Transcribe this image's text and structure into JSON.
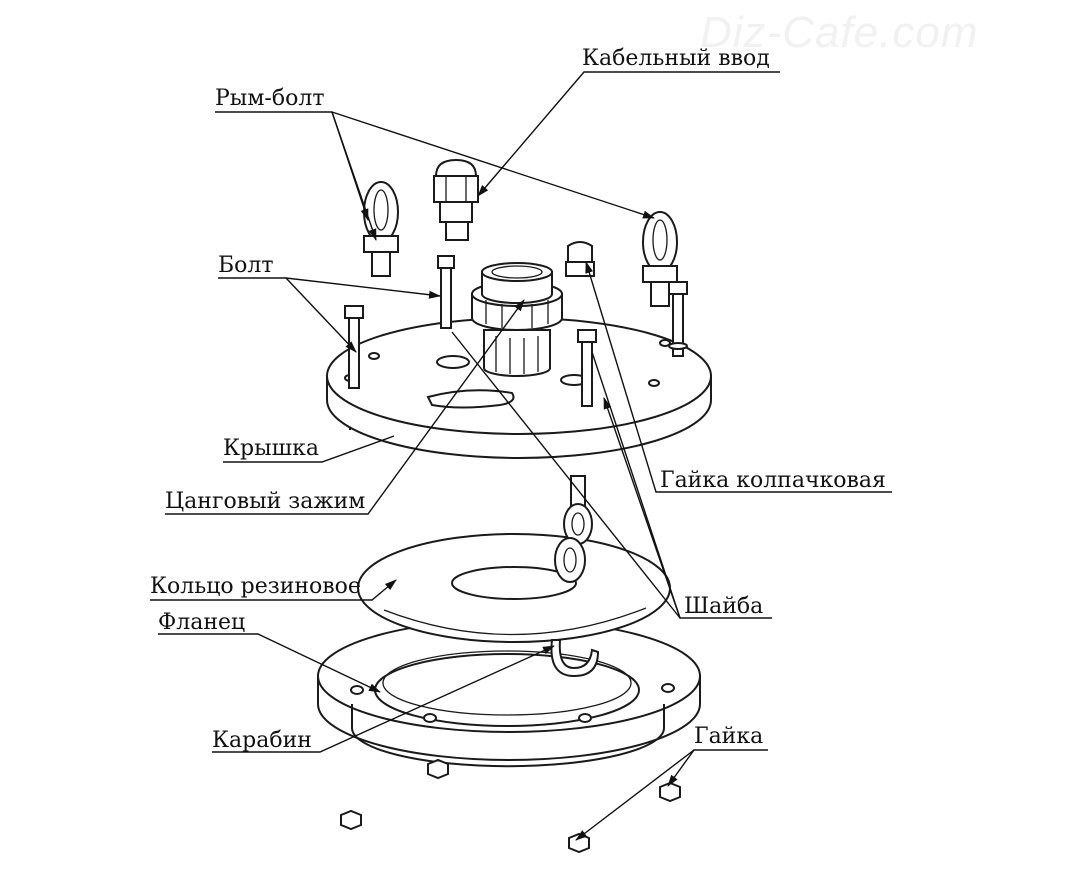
{
  "watermark": "Diz-Cafe.com",
  "labels": {
    "cable_gland": "Кабельный ввод",
    "eye_bolt": "Рым-болт",
    "bolt": "Болт",
    "cover": "Крышка",
    "cap_nut": "Гайка колпачковая",
    "collet_clamp": "Цанговый зажим",
    "rubber_ring": "Кольцо резиновое",
    "washer": "Шайба",
    "flange": "Фланец",
    "carabiner": "Карабин",
    "nut": "Гайка"
  }
}
